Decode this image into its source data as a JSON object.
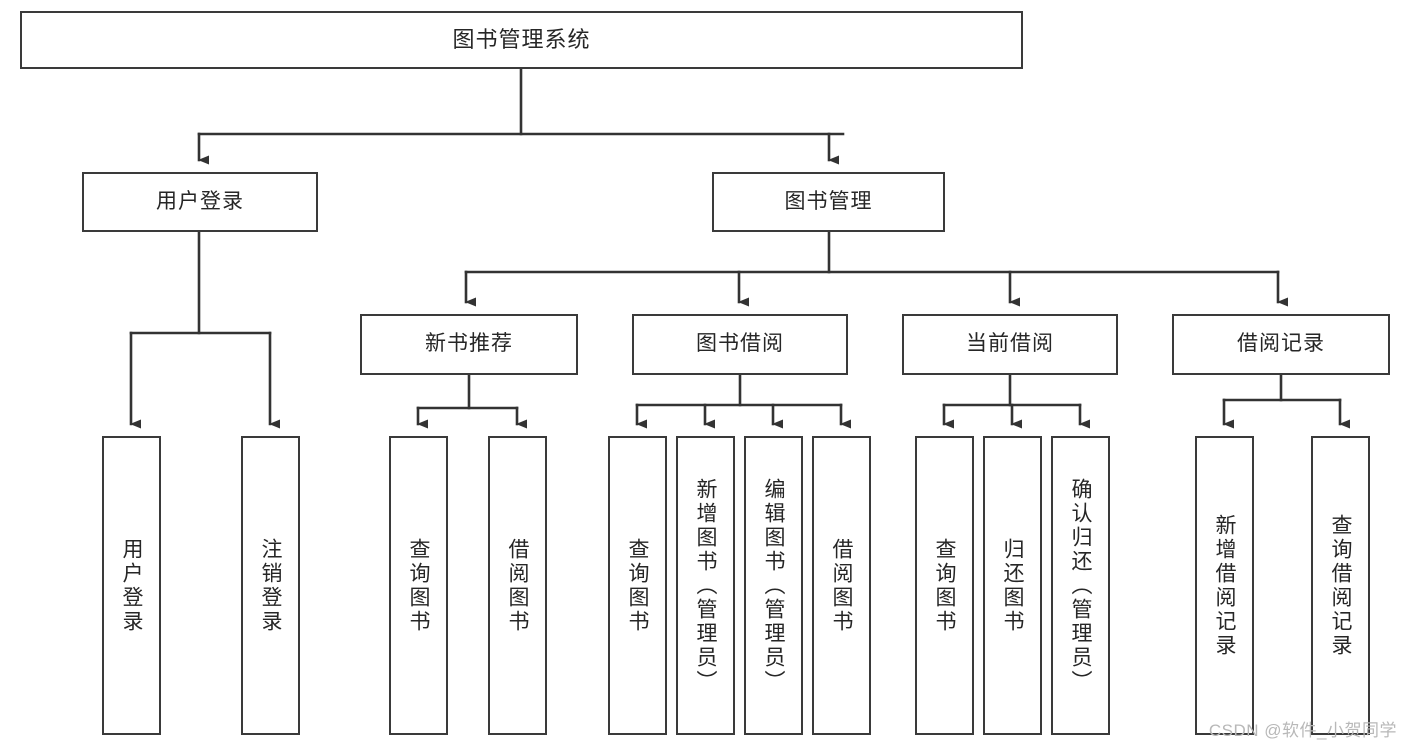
{
  "diagram": {
    "title": "图书管理系统",
    "type": "tree-hierarchy",
    "watermark": "CSDN @软件_小贺同学",
    "colors": {
      "box_border": "#3a3a3a",
      "box_fill": "#ffffff",
      "connector": "#333333",
      "text": "#262626",
      "watermark": "#b8b8b8"
    },
    "nodes": {
      "root": {
        "label": "图书管理系统"
      },
      "level1": [
        {
          "label": "用户登录"
        },
        {
          "label": "图书管理"
        }
      ],
      "level2": [
        {
          "label": "新书推荐"
        },
        {
          "label": "图书借阅"
        },
        {
          "label": "当前借阅"
        },
        {
          "label": "借阅记录"
        }
      ],
      "leaves_user_login": [
        {
          "label": "用户登录"
        },
        {
          "label": "注销登录"
        }
      ],
      "leaves_new_books": [
        {
          "label": "查询图书"
        },
        {
          "label": "借阅图书"
        }
      ],
      "leaves_borrow": [
        {
          "label": "查询图书"
        },
        {
          "label": "新增图书（管理员）"
        },
        {
          "label": "编辑图书（管理员）"
        },
        {
          "label": "借阅图书"
        }
      ],
      "leaves_current": [
        {
          "label": "查询图书"
        },
        {
          "label": "归还图书"
        },
        {
          "label": "确认归还（管理员）"
        }
      ],
      "leaves_records": [
        {
          "label": "新增借阅记录"
        },
        {
          "label": "查询借阅记录"
        }
      ]
    }
  }
}
